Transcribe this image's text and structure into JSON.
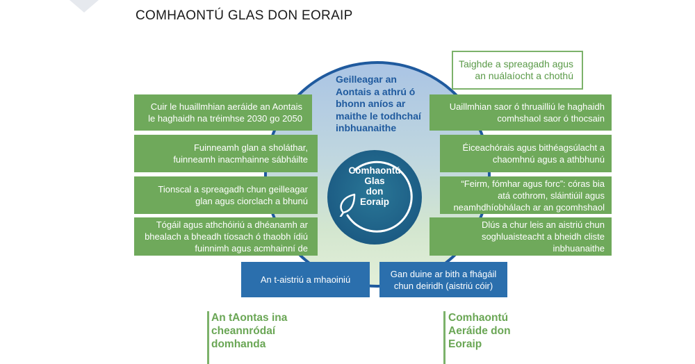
{
  "title": "COMHAONTÚ GLAS DON EORAIP",
  "top_section": "Geilleagar an Aontais a athrú ó bhonn aníos ar maithe le todhchaí inbhuanaithe",
  "center_label": [
    "Comhaontú",
    "Glas",
    "don",
    "Eoraip"
  ],
  "research_box": [
    "Taighde a spreagadh agus",
    "an nuálaíocht",
    "a chothú"
  ],
  "left_boxes": [
    [
      "Cuir le huaillmhian aeráide an Aontais",
      "le haghaidh na tréimhse 2030 go 2050"
    ],
    [
      "Fuinneamh glan a sholáthar,",
      "fuinneamh inacmhainne sábháilte"
    ],
    [
      "Tionscal a spreagadh chun geilleagar",
      "glan agus ciorclach a bhunú"
    ],
    [
      "Tógáil agus athchóiriú a dhéanamh ar",
      "bhealach a bheadh tíosach ó thaobh ídiú",
      "fuinnimh agus acmhainní de"
    ]
  ],
  "right_boxes": [
    [
      "Uaillmhian saor ó thruailliú le haghaidh",
      "comhshaol saor ó thocsain"
    ],
    [
      "Éiceachórais agus bithéagsúlacht a",
      "chaomhnú agus a athbhunú"
    ],
    [
      "“Feirm, fómhar agus forc”: córas bia",
      "atá cothrom, sláintiúil agus",
      "neamhdhíobhálach ar an gcomhshaol"
    ],
    [
      "Dlús a chur leis an aistriú chun",
      "soghluaisteacht a bheidh cliste",
      "inbhuanaithe"
    ]
  ],
  "bottom_boxes": [
    [
      "An t-aistriú a mhaoiniú"
    ],
    [
      "Gan duine ar bith a fhágáil",
      "chun deiridh (aistriú cóir)"
    ]
  ],
  "bottom_labels": [
    [
      "An tAontas ina",
      "cheannródaí",
      "domhanda"
    ],
    [
      "Comhaontú",
      "Aeráide don",
      "Eoraip"
    ]
  ],
  "colors": {
    "green": "#6fa95b",
    "blue": "#2b6fad",
    "dark_blue": "#1f5a9e",
    "teal": "#1c5c84",
    "label_green": "#6aa655"
  }
}
